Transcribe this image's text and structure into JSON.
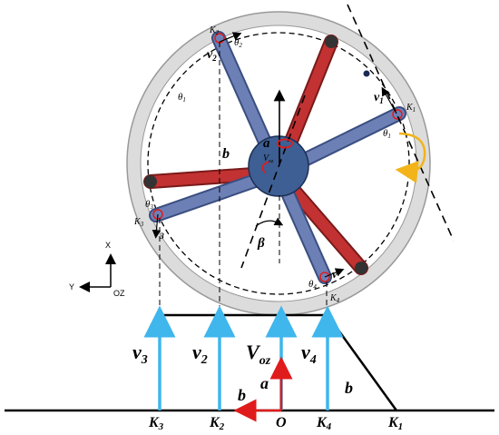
{
  "wheel": {
    "point_labels": {
      "k1": "K",
      "k1_sub": "1",
      "k2": "K",
      "k2_sub": "2",
      "k3": "K",
      "k3_sub": "3",
      "k4": "K",
      "k4_sub": "4"
    },
    "velocity_labels": {
      "v1": "v",
      "v1_sub": "1",
      "v2": "v",
      "v2_sub": "2",
      "v3": "v",
      "v3_sub": "3",
      "v4": "v"
    },
    "angle_labels": {
      "theta1": "θ",
      "theta1_sub": "1",
      "theta2": "θ",
      "theta2_sub": "2",
      "theta3": "θ",
      "theta3_sub": "3",
      "theta4": "θ",
      "theta4_sub": "4",
      "theta_left": "θ",
      "theta_left_sub": "1",
      "beta": "β"
    },
    "hub_labels": {
      "a": "a",
      "b": "b",
      "voz": "V",
      "voz_sub": "oz"
    }
  },
  "axes": {
    "x": "X",
    "y": "Y",
    "z": "OZ"
  },
  "profile": {
    "v3": "v",
    "v3_sub": "3",
    "v2": "v",
    "v2_sub": "2",
    "voz": "V",
    "voz_sub": "oz",
    "v4": "v",
    "v4_sub": "4",
    "a": "a",
    "b_red": "b",
    "b_slope": "b",
    "ground_labels": {
      "k3": "K",
      "k3_sub": "3",
      "k2": "K",
      "k2_sub": "2",
      "o": "O",
      "k4": "K",
      "k4_sub": "4",
      "k1": "K",
      "k1_sub": "1"
    }
  },
  "colors": {
    "velocity_arrow": "#3fb6ec",
    "vector_red": "#e01b1b",
    "leg_blue": "#6d80b6",
    "leg_red": "#c23232",
    "hub": "#3e5f93",
    "rim": "#dcdcdc",
    "accent_orange": "#f2b418"
  }
}
